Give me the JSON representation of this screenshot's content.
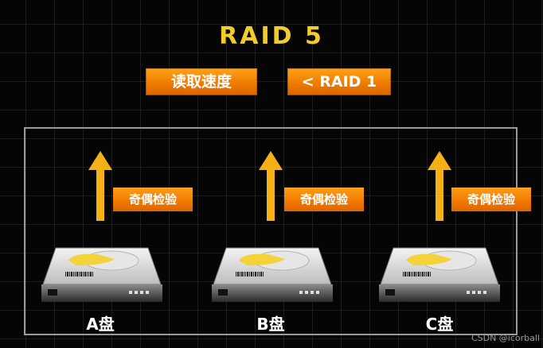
{
  "title": "RAID 5",
  "tags": {
    "speed": "读取速度",
    "compare": "< RAID 1"
  },
  "disks": [
    {
      "parity_label": "奇偶检验",
      "label": "A盘"
    },
    {
      "parity_label": "奇偶检验",
      "label": "B盘"
    },
    {
      "parity_label": "奇偶检验",
      "label": "C盘"
    }
  ],
  "watermark": "CSDN @icorball",
  "colors": {
    "accent_yellow": "#f2cc2a",
    "tag_orange": "#f07c00",
    "arrow_yellow": "#f5b016",
    "frame_gray": "#9a9a9a"
  }
}
